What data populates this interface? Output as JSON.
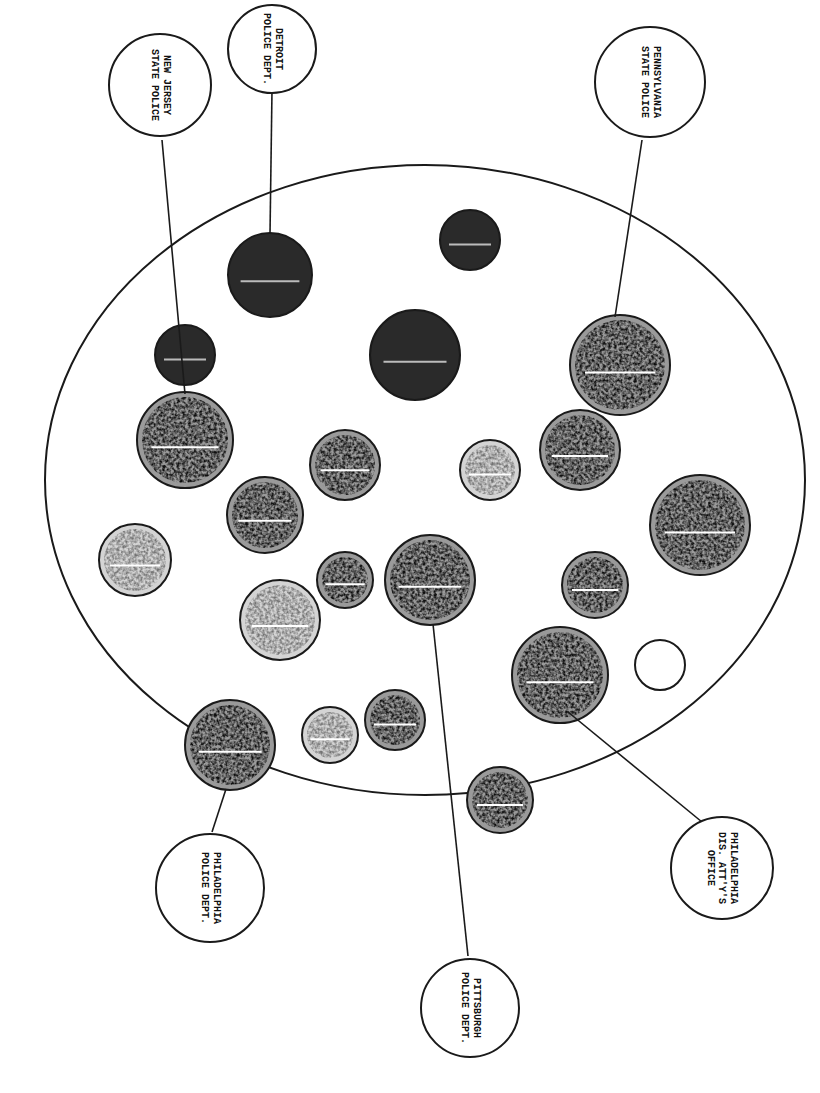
{
  "diagram": {
    "nodes": [
      {
        "text": [
          "NEW JERSEY STATE POLICE"
        ]
      },
      {
        "text": [
          "DETROIT POLICE DEPT."
        ]
      },
      {
        "text": [
          "PENNSYLVANIA STATE POLICE"
        ]
      },
      {
        "text": [
          "PHILADELPHIA POLICE DEPT."
        ]
      },
      {
        "text": [
          "PITTSBURGH POLICE DEPT."
        ]
      },
      {
        "text": [
          "PHILADELPHIA DIS. ATT'Y'S OFFICE"
        ]
      }
    ]
  }
}
